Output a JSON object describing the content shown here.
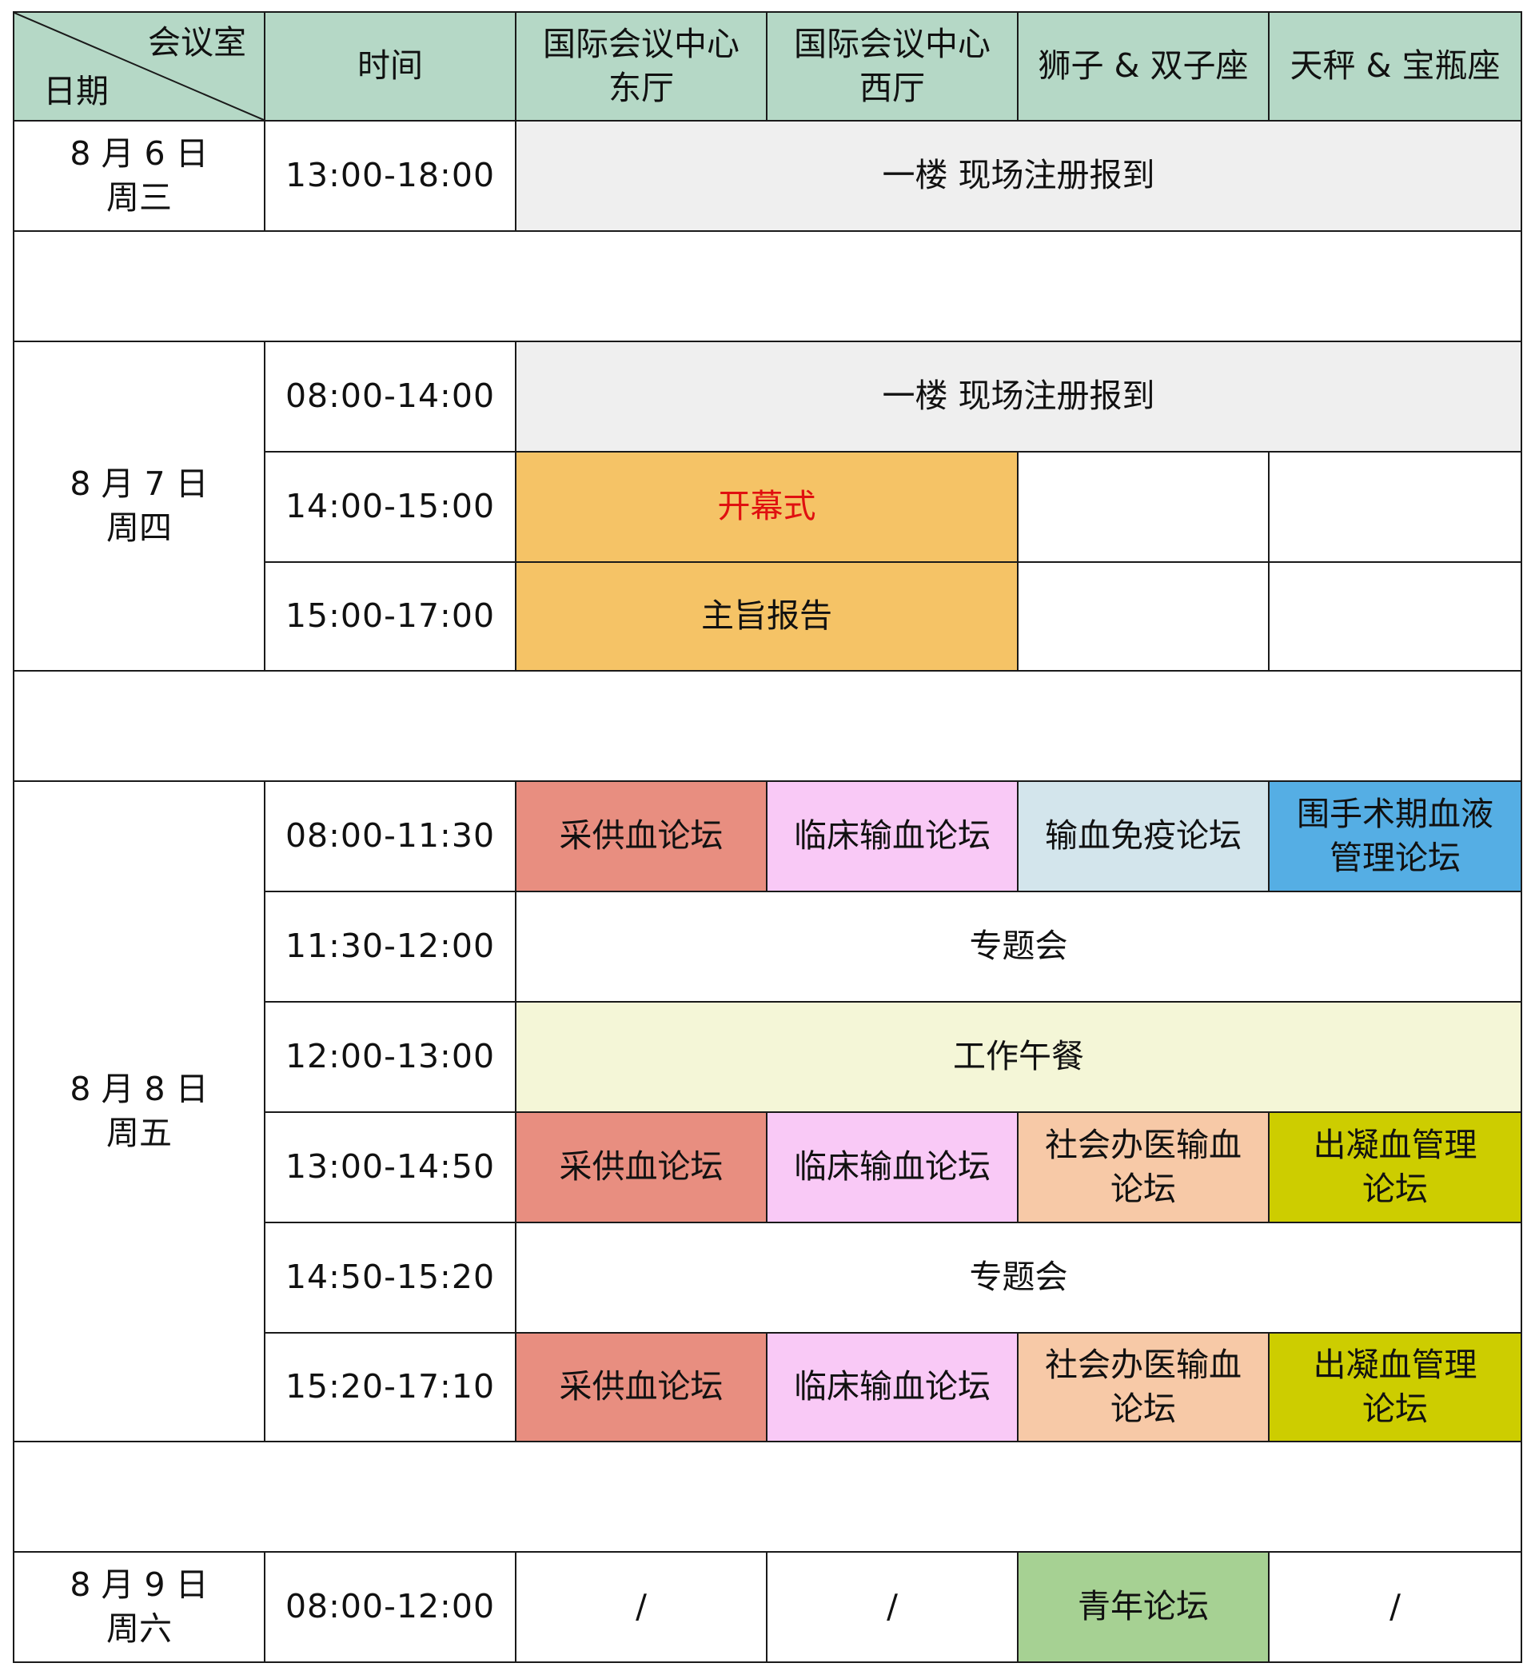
{
  "header": {
    "corner_room": "会议室",
    "corner_date": "日期",
    "time": "时间",
    "rooms": [
      "国际会议中心\n东厅",
      "国际会议中心\n西厅",
      "狮子 & 双子座",
      "天秤 & 宝瓶座"
    ]
  },
  "days": {
    "d6": {
      "date": "8 月 6 日\n周三"
    },
    "d7": {
      "date": "8 月 7 日\n周四"
    },
    "d8": {
      "date": "8 月 8 日\n周五"
    },
    "d9": {
      "date": "8 月 9 日\n周六"
    }
  },
  "sessions": {
    "d6_r1": {
      "time": "13:00-18:00",
      "event": "一楼 现场注册报到"
    },
    "d7_r1": {
      "time": "08:00-14:00",
      "event": "一楼 现场注册报到"
    },
    "d7_r2": {
      "time": "14:00-15:00",
      "event": "开幕式"
    },
    "d7_r3": {
      "time": "15:00-17:00",
      "event": "主旨报告"
    },
    "d8_r1": {
      "time": "08:00-11:30",
      "events": [
        "采供血论坛",
        "临床输血论坛",
        "输血免疫论坛",
        "围手术期血液\n管理论坛"
      ]
    },
    "d8_r2": {
      "time": "11:30-12:00",
      "event": "专题会"
    },
    "d8_r3": {
      "time": "12:00-13:00",
      "event": "工作午餐"
    },
    "d8_r4": {
      "time": "13:00-14:50",
      "events": [
        "采供血论坛",
        "临床输血论坛",
        "社会办医输血\n论坛",
        "出凝血管理\n论坛"
      ]
    },
    "d8_r5": {
      "time": "14:50-15:20",
      "event": "专题会"
    },
    "d8_r6": {
      "time": "15:20-17:10",
      "events": [
        "采供血论坛",
        "临床输血论坛",
        "社会办医输血\n论坛",
        "出凝血管理\n论坛"
      ]
    },
    "d9_r1": {
      "time": "08:00-12:00",
      "events": [
        "/",
        "/",
        "青年论坛",
        "/"
      ]
    }
  },
  "colors": {
    "header_bg": "#b5d8c6",
    "registration_bg": "#efefef",
    "keynote_bg": "#f5c366",
    "opening_text": "#e01010",
    "blood_supply_bg": "#e88e80",
    "clinical_bg": "#f9c9f6",
    "immunology_bg": "#d3e5ec",
    "perioperative_bg": "#55aee4",
    "private_bg": "#f7c9a7",
    "coagulation_bg": "#cdcd00",
    "lunch_bg": "#f4f6d7",
    "youth_bg": "#a6d193"
  }
}
